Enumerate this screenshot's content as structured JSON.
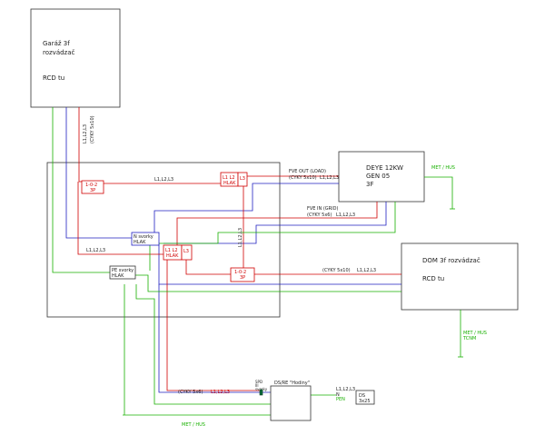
{
  "garage": {
    "title": "Garáž 3f",
    "subtitle": "rozvádzač",
    "note": "RCD tu"
  },
  "deye": {
    "line1": "DEYE 12KW",
    "line2": "GEN 05",
    "line3": "3F"
  },
  "dom": {
    "title": "DOM 3f rozvádzač",
    "note": "RCD tu"
  },
  "labels": {
    "feed_cable_phases": "L1,L2,L3",
    "feed_cable_type": "(CYKY 5x10)",
    "fve_out": "FVE OUT (LOAD)",
    "fve_out_cable": "(CYKY 5x10)",
    "fve_out_phases": "L1,L2,L3",
    "fve_in": "FVE IN (GRID)",
    "fve_in_cable": "(CYKY 5x6)",
    "fve_in_phases": "L1,L2,L3",
    "switch_top_phases": "L1,L2,L3",
    "mid_phases": "L1,L2,L3",
    "vertical_phases": "L1,L2,L3",
    "dom_cable": "(CYKY 5x10)",
    "dom_phases": "L1,L2,L3",
    "bottom_cable": "(CYKY 5x6)",
    "bottom_phases": "L1,L2,L3",
    "dsre_phases": "L1,L2,L3",
    "dsre_n": "N",
    "dsre_pen": "PEN"
  },
  "components": {
    "switch_top_l1": "1-0-2",
    "switch_top_l2": "3P",
    "switch_mid_l1": "1-0-2",
    "switch_mid_l2": "3P",
    "l_top": "L1 L2",
    "l_top_sub": "HLAK",
    "l_top_l3": "L3",
    "n_svorky_l1": "N svorky",
    "n_svorky_l2": "HLAK",
    "l_mid": "L1 L2",
    "l_mid_sub": "HLAK",
    "l_mid_l3": "L3",
    "pe_svorky_l1": "PE svorky",
    "pe_svorky_l2": "HLAK",
    "spd_l1": "SPD",
    "spd_l2": "III",
    "spd_l3": "svorky",
    "dsre": "DS/RE \"Hodiny\"",
    "ds_l1": "DS",
    "ds_l2": "3x25"
  },
  "ground": {
    "deye_l1": "MET / HUS",
    "dom_l1": "MET / HUS",
    "dom_l2": "TCNM",
    "bottom": "MET / HUS"
  },
  "colors": {
    "phase": "#d00000",
    "neutral": "#2020c0",
    "earth": "#18b000",
    "outline": "#333333"
  }
}
